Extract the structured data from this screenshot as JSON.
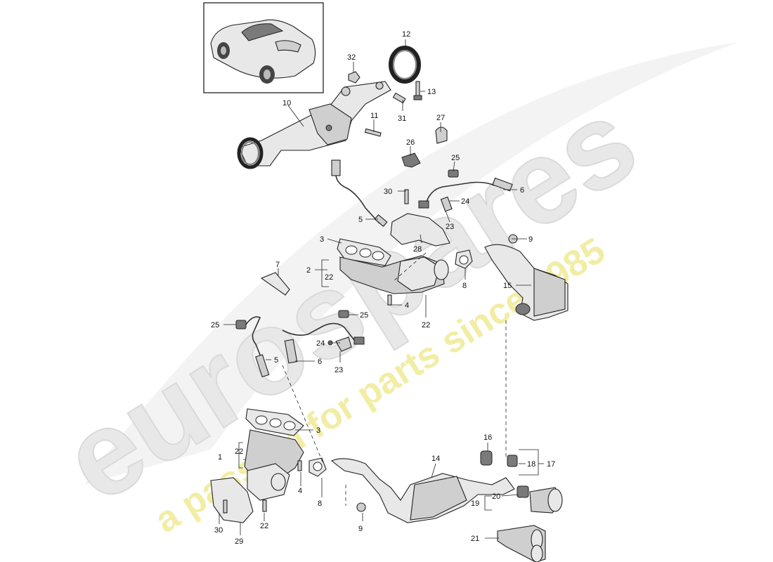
{
  "watermark": {
    "brand": "eurospares",
    "slogan": "a passion for parts since 1985",
    "brand_color": "#e6e6e6",
    "slogan_color": "#f1ec9c"
  },
  "callouts": {
    "n1": "1",
    "n2": "2",
    "n3a": "3",
    "n3b": "3",
    "n4a": "4",
    "n4b": "4",
    "n5a": "5",
    "n5b": "5",
    "n6a": "6",
    "n6b": "6",
    "n7": "7",
    "n8a": "8",
    "n8b": "8",
    "n9a": "9",
    "n9b": "9",
    "n10": "10",
    "n11": "11",
    "n12": "12",
    "n13": "13",
    "n14": "14",
    "n15": "15",
    "n16": "16",
    "n17": "17",
    "n18": "18",
    "n19": "19",
    "n20": "20",
    "n21": "21",
    "n22a": "22",
    "n22b": "22",
    "n22c": "22",
    "n22d": "22",
    "n23a": "23",
    "n23b": "23",
    "n24a": "24",
    "n24b": "24",
    "n25a": "25",
    "n25b": "25",
    "n25c": "25",
    "n26": "26",
    "n27": "27",
    "n28": "28",
    "n29": "29",
    "n30a": "30",
    "n30b": "30",
    "n31": "31",
    "n32": "32"
  }
}
